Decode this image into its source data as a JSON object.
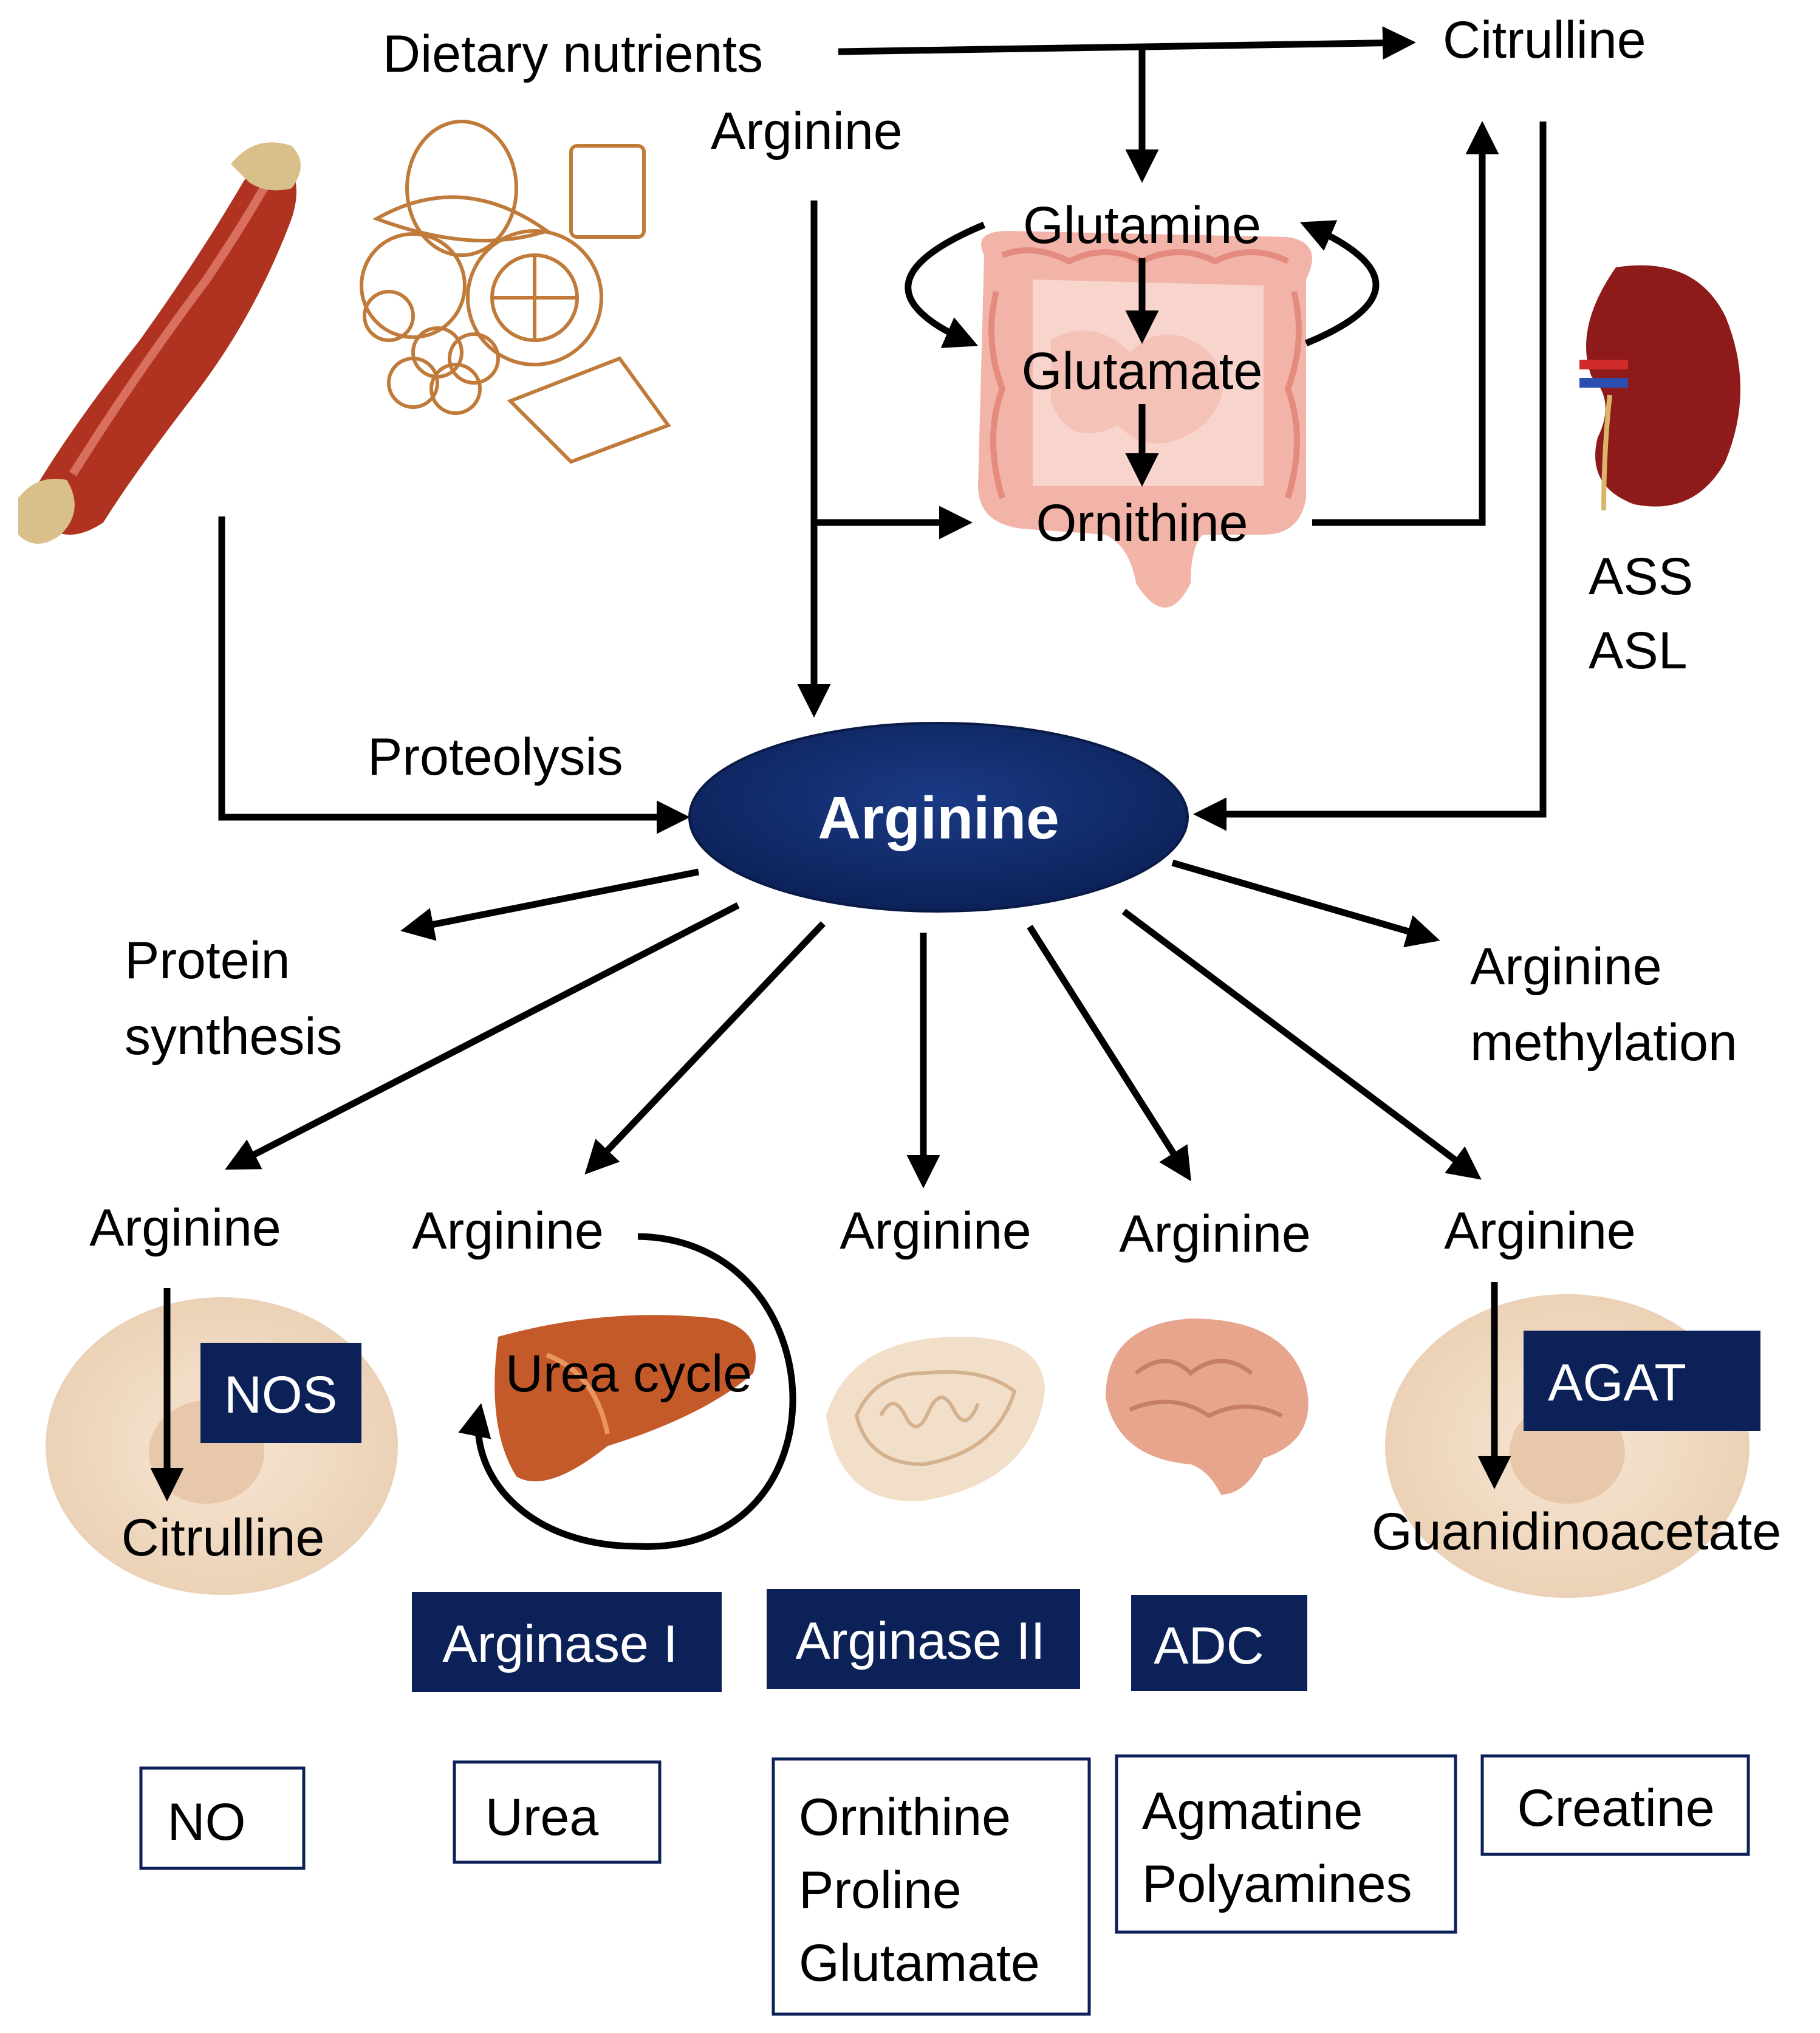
{
  "colors": {
    "navy": "#0c2158",
    "arrow": "#000000",
    "text": "#000000",
    "box_text": "#ffffff"
  },
  "icons": [
    "muscle-icon",
    "food-icon",
    "intestine-icon",
    "kidney-icon",
    "cell-icon",
    "liver-icon",
    "mitochondrion-icon",
    "brain-icon"
  ],
  "top": {
    "dietary_nutrients": "Dietary nutrients",
    "citrulline": "Citrulline",
    "arginine": "Arginine",
    "glutamine": "Glutamine",
    "glutamate": "Glutamate",
    "ornithine": "Ornithine",
    "ass": "ASS",
    "asl": "ASL",
    "proteolysis": "Proteolysis"
  },
  "center": {
    "label": "Arginine"
  },
  "side": {
    "protein_synthesis_1": "Protein",
    "protein_synthesis_2": "synthesis",
    "methylation_1": "Arginine",
    "methylation_2": "methylation"
  },
  "pathways": [
    {
      "source": "Arginine",
      "enzyme": "NOS",
      "product_inline": "Citrulline",
      "result": [
        "NO"
      ]
    },
    {
      "source": "Arginine",
      "enzyme": "Arginase I",
      "cycle_label": "Urea cycle",
      "result": [
        "Urea"
      ]
    },
    {
      "source": "Arginine",
      "enzyme": "Arginase II",
      "result": [
        "Ornithine",
        "Proline",
        "Glutamate"
      ]
    },
    {
      "source": "Arginine",
      "enzyme": "ADC",
      "result": [
        "Agmatine",
        "Polyamines"
      ]
    },
    {
      "source": "Arginine",
      "enzyme": "AGAT",
      "product_inline": "Guanidinoacetate",
      "result": [
        "Creatine"
      ]
    }
  ]
}
